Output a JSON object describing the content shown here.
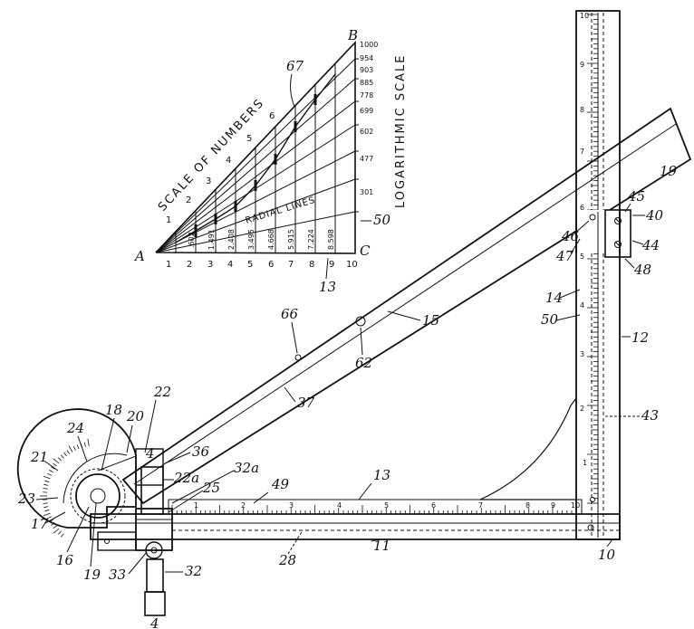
{
  "log_chart": {
    "corner_labels": {
      "a": "A",
      "b": "B",
      "c": "C"
    },
    "scale_of_numbers_label": "SCALE OF NUMBERS",
    "logarithmic_scale_label": "LOGARITHMIC SCALE",
    "radial_lines_label": "RADIAL LINES",
    "number_scale": [
      "1",
      "2",
      "3",
      "4",
      "5",
      "6"
    ],
    "log_values": [
      "1000",
      "954",
      "903",
      "885",
      "778",
      "699",
      "602",
      "477",
      "301"
    ],
    "base_numbers": [
      "1",
      "2",
      "3",
      "4",
      "5",
      "6",
      "7",
      "8",
      "9",
      "10"
    ],
    "vertical_values": [
      "1.491",
      "2.408",
      "3.495",
      "4.668",
      "5.915",
      "7.224",
      "8.598"
    ],
    "small_value": ".602",
    "ref_67": "67",
    "ref_50": "50",
    "ref_13": "13"
  },
  "refs": {
    "r12": "12",
    "r14": "14",
    "r50b": "50",
    "r43": "43",
    "r19a": "19",
    "r45": "45",
    "r40": "40",
    "r44": "44",
    "r48": "48",
    "r46": "46",
    "r47": "47",
    "r15": "15",
    "r66": "66",
    "r62": "62",
    "r37": "37",
    "r22": "22",
    "r18": "18",
    "r24": "24",
    "r20": "20",
    "r21": "21",
    "r23": "23",
    "r17": "17",
    "r16": "16",
    "r19b": "19",
    "r4a": "4",
    "r36": "36",
    "r22a": "22a",
    "r32a": "32a",
    "r25": "25",
    "r49": "49",
    "r13b": "13",
    "r28": "28",
    "r11": "11",
    "r10": "10",
    "r33": "33",
    "r32": "32",
    "r4b": "4"
  },
  "vertical_scale_numbers": [
    "10",
    "9",
    "8",
    "7",
    "6",
    "5",
    "4",
    "3",
    "2",
    "1"
  ],
  "horizontal_scale_numbers": [
    "1",
    "2",
    "3",
    "4",
    "5",
    "6",
    "7",
    "8",
    "9",
    "10"
  ]
}
